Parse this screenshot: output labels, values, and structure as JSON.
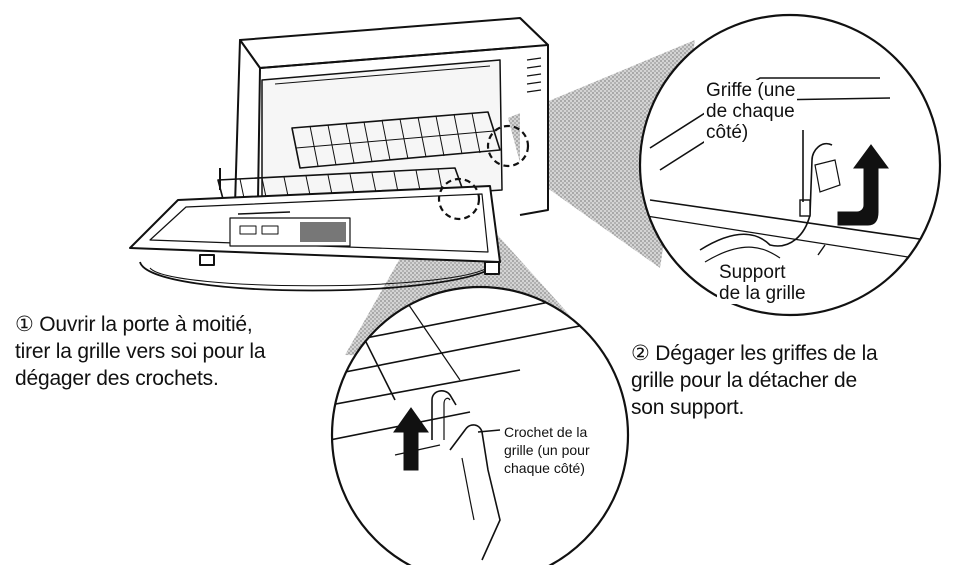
{
  "step1": {
    "number": "①",
    "lines": [
      "Ouvrir la porte à moitié,",
      "tirer la grille vers soi pour la",
      "dégager des crochets."
    ]
  },
  "step2": {
    "number": "②",
    "lines": [
      "Dégager les griffes de la",
      "grille pour la détacher de",
      "son support."
    ]
  },
  "callout_claw": {
    "lines": [
      "Griffe (une",
      "de chaque",
      "côté)"
    ]
  },
  "callout_support": {
    "lines": [
      "Support",
      "de la grille"
    ]
  },
  "callout_hook": {
    "lines": [
      "Crochet de la",
      "grille (un pour",
      "chaque côté)"
    ]
  },
  "colors": {
    "ink": "#111111",
    "halftone": "#b5b5b5",
    "background": "#ffffff"
  },
  "icons": [
    "oven-illustration",
    "up-arrow-icon",
    "curved-arrow-icon"
  ]
}
